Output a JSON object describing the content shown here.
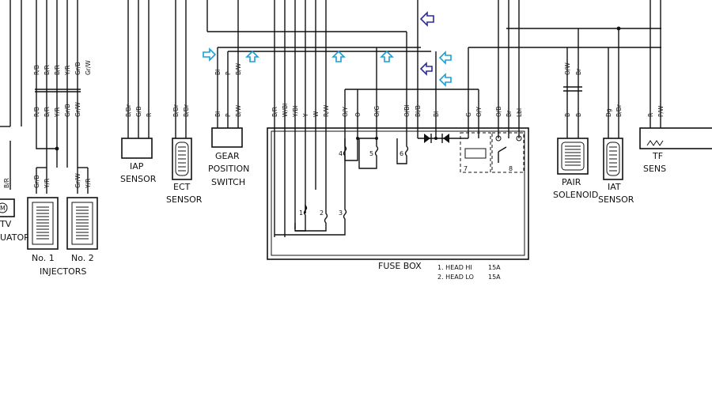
{
  "colors": {
    "arrow_cyan": "#1a9fd6",
    "arrow_navy": "#2a2a9a",
    "line": "#111111"
  },
  "components": {
    "iap_sensor": [
      "IAP",
      "SENSOR"
    ],
    "ect_sensor": [
      "ECT",
      "SENSOR"
    ],
    "gear_position_switch": [
      "GEAR",
      "POSITION",
      "SWITCH"
    ],
    "injectors": {
      "no1": "No. 1",
      "no2": "No. 2",
      "title": "INJECTORS"
    },
    "stva_actuator": [
      "TV",
      "UATOR"
    ],
    "stva_symbol": "M",
    "fuse_box": "FUSE BOX",
    "pair_solenoid": [
      "PAIR",
      "SOLENOID"
    ],
    "iat_sensor": [
      "IAT",
      "SENSOR"
    ],
    "tp_sensor": [
      "TF",
      "SENS"
    ]
  },
  "fuse_list": [
    {
      "label": "1.  HEAD HI",
      "rating": "15A"
    },
    {
      "label": "2.  HEAD LO",
      "rating": "15A"
    }
  ],
  "fuse_numbers": [
    "1",
    "2",
    "3",
    "4",
    "5",
    "6"
  ],
  "relay_numbers": [
    "7",
    "8"
  ],
  "wire_labels": {
    "upper_left": [
      "R/B",
      "B/R",
      "B/R",
      "Y/R",
      "Gr/B",
      "Gr/W"
    ],
    "lower_left": [
      "R/B",
      "B/R",
      "Y/R",
      "Gr/B",
      "Gr/W"
    ],
    "stva": "B/R",
    "injector1": [
      "Gr/B",
      "Y/R"
    ],
    "injector2": [
      "Gr/W",
      "Y/R"
    ],
    "iap": [
      "B/Br",
      "G/B",
      "R"
    ],
    "ect": [
      "B/Br",
      "B/Br"
    ],
    "gear_upper": [
      "Bl",
      "P",
      "B/W"
    ],
    "gear_lower": [
      "Bl",
      "P",
      "B/W"
    ],
    "fuse_box": [
      "B/R",
      "W/Bl",
      "Y/Bl",
      "Y",
      "W",
      "R/W",
      "O/Y",
      "O",
      "O/G",
      "O/Bl",
      "Bl/B",
      "Bl",
      "G",
      "O/Y",
      "O/B",
      "Br",
      "Lbl"
    ],
    "pair_upper": [
      "O/W",
      "Br"
    ],
    "pair_lower": [
      "B",
      "B"
    ],
    "iat": [
      "Dg",
      "B/Br"
    ],
    "tp": [
      "R",
      "P/W"
    ]
  }
}
